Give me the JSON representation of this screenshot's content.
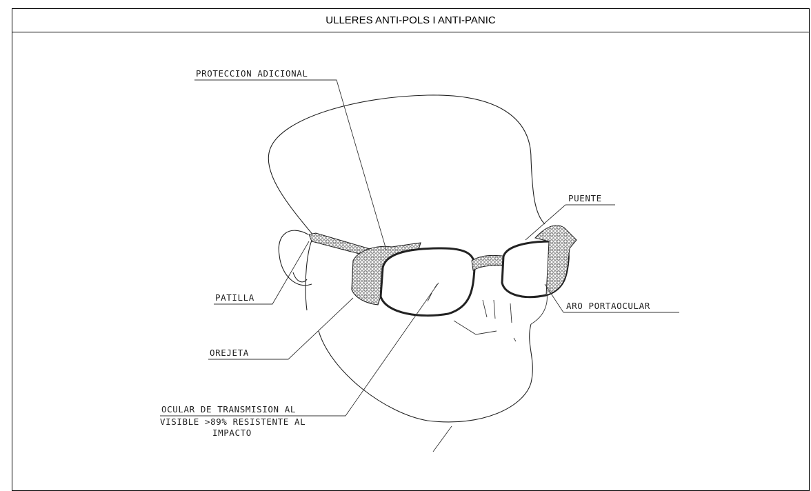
{
  "title": "ULLERES ANTI-POLS I ANTI-PANIC",
  "labels": {
    "proteccion": "PROTECCION ADICIONAL",
    "puente": "PUENTE",
    "patilla": "PATILLA",
    "aro": "ARO PORTAOCULAR",
    "orejeta": "OREJETA",
    "ocular_1": "OCULAR DE TRANSMISION AL",
    "ocular_2": "VISIBLE >89% RESISTENTE AL",
    "ocular_3": "IMPACTO"
  }
}
